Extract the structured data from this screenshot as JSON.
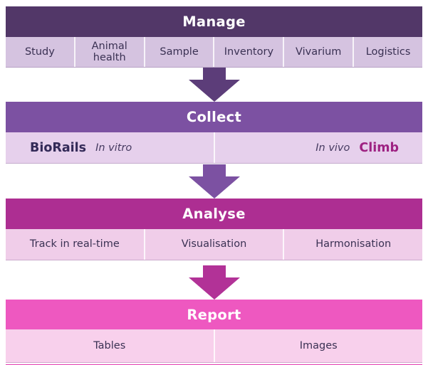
{
  "diagram": {
    "stages": [
      {
        "title": "Manage",
        "cells": [
          "Study",
          "Animal health",
          "Sample",
          "Inventory",
          "Vivarium",
          "Logistics"
        ]
      },
      {
        "title": "Collect",
        "left": {
          "product": "BioRails",
          "mode": "In vitro"
        },
        "right": {
          "mode": "In vivo",
          "product": "Climb"
        }
      },
      {
        "title": "Analyse",
        "cells": [
          "Track in real-time",
          "Visualisation",
          "Harmonisation"
        ]
      },
      {
        "title": "Report",
        "cells": [
          "Tables",
          "Images"
        ]
      }
    ]
  },
  "colors": {
    "manage_header": "#523768",
    "manage_row": "#d5c3e0",
    "arrow_1": "#5c3d79",
    "collect_header": "#7c51a2",
    "collect_row": "#e6d0ec",
    "arrow_2": "#7c51a2",
    "analyse_header": "#ad2e92",
    "analyse_row": "#f0cde9",
    "arrow_3": "#b23297",
    "report_header": "#ee58c0",
    "report_row": "#f8d0ec",
    "bottom_strip": "#e23cb0",
    "header_text": "#ffffff",
    "cell_text": "#3a3153",
    "biorails_text": "#332a58",
    "climb_text": "#9e2282",
    "italic_text": "#453a60"
  }
}
